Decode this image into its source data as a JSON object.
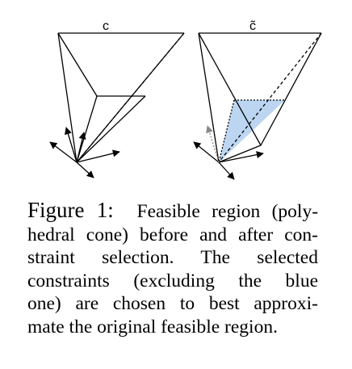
{
  "figure": {
    "left_panel_label": "c",
    "right_panel_label": "c̃",
    "highlight_color": "#bcd6f2",
    "line_color": "#000000",
    "dropped_constraint_color": "#888888"
  },
  "caption": {
    "prefix": "Figure 1:",
    "lines": [
      "Feasible region (poly-",
      "hedral cone) before and after con-",
      "straint selection.  The selected",
      "constraints (excluding the blue",
      "one) are chosen to best approxi-",
      "mate the original feasible region."
    ]
  }
}
